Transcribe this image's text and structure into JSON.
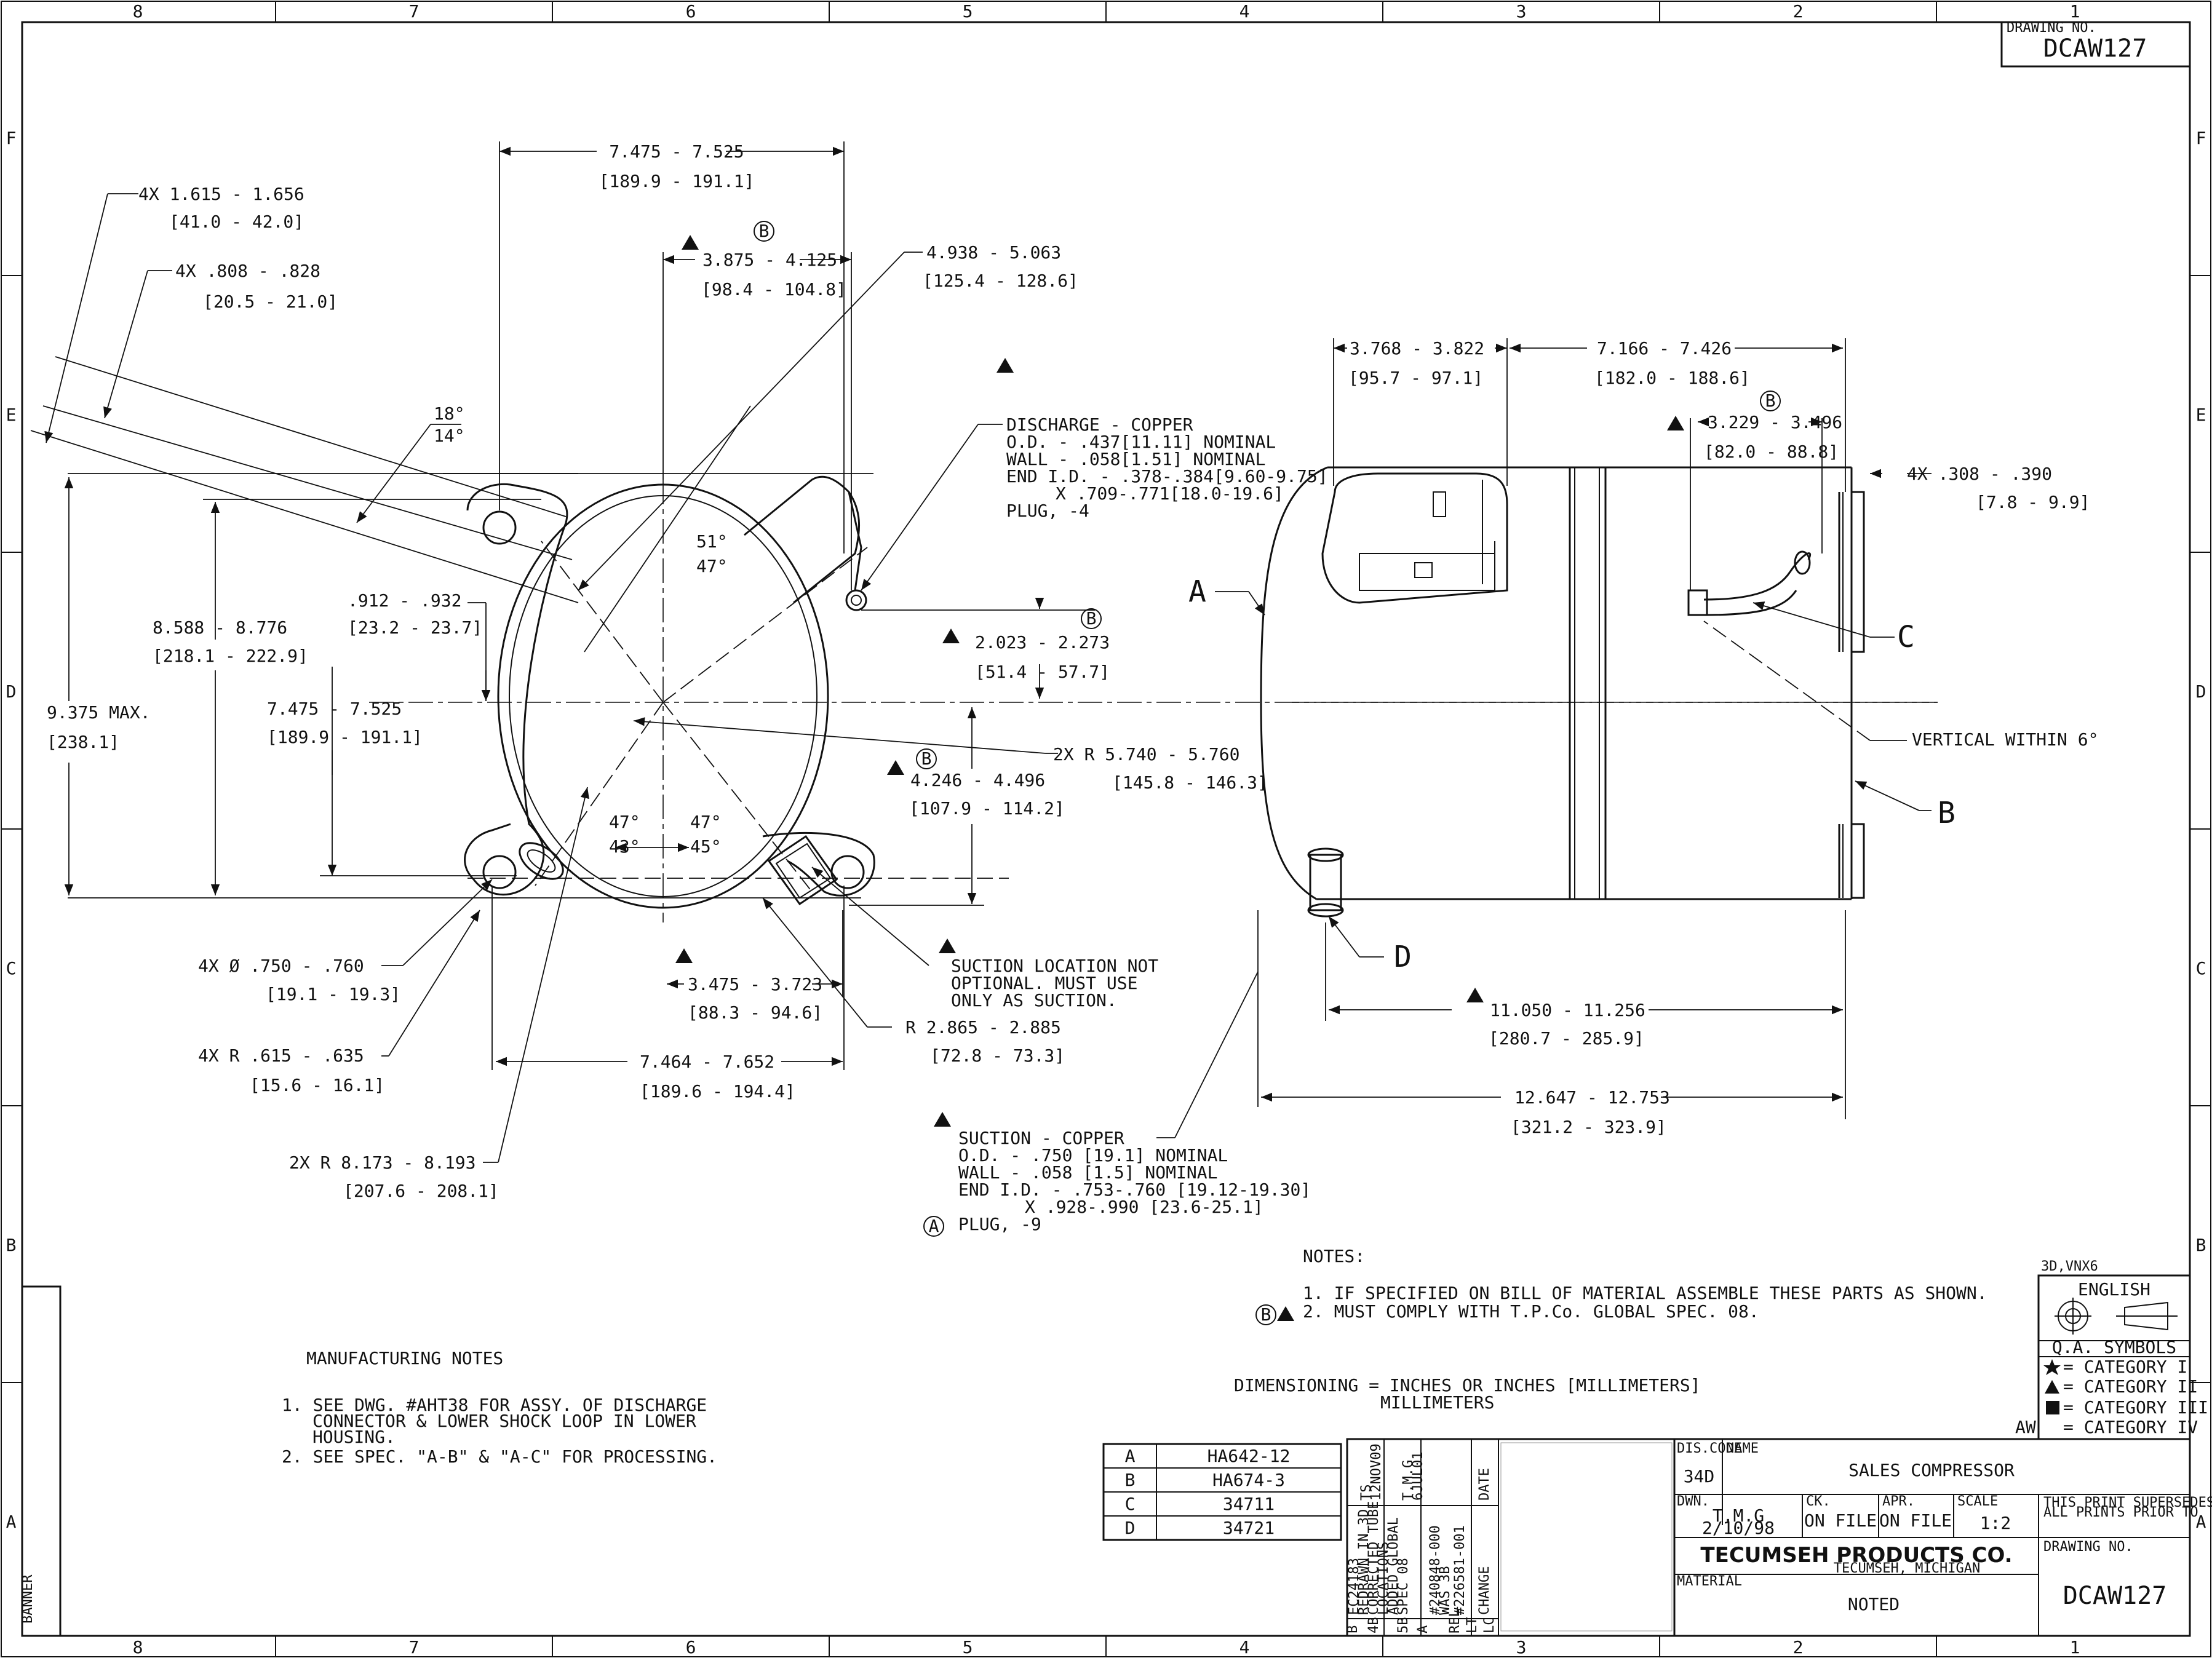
{
  "border": {
    "col_labels": [
      "8",
      "7",
      "6",
      "5",
      "4",
      "3",
      "2",
      "1"
    ],
    "row_labels": [
      "F",
      "E",
      "D",
      "C",
      "B",
      "A"
    ]
  },
  "drawing_no_top": {
    "label": "DRAWING NO.",
    "value": "DCAW127"
  },
  "front_view": {
    "d_top_width": [
      "7.475 - 7.525",
      "[189.9 - 191.1]"
    ],
    "d_mount_1": [
      "4X 1.615 - 1.656",
      "[41.0 - 42.0]"
    ],
    "d_mount_2": [
      "4X .808 - .828",
      "[20.5 - 21.0]"
    ],
    "d_angle_1": [
      "18°",
      "14°"
    ],
    "d_b_top": [
      "3.875 - 4.125",
      "[98.4 - 104.8]"
    ],
    "d_discharge_span": [
      "4.938 - 5.063",
      "[125.4 - 128.6]"
    ],
    "d_angle_2": [
      "51°",
      "47°"
    ],
    "d_height_1": [
      "8.588 - 8.776",
      "[218.1 - 222.9]"
    ],
    "d_height_max": [
      "9.375  MAX.",
      "[238.1]"
    ],
    "d_small": [
      ".912 - .932",
      "[23.2 - 23.7]"
    ],
    "d_height_2": [
      "7.475 - 7.525",
      "[189.9 - 191.1]"
    ],
    "d_2023": [
      "2.023 - 2.273",
      "[51.4 - 57.7]"
    ],
    "d_radius": [
      "2X R  5.740 - 5.760",
      "[145.8 - 146.3]"
    ],
    "d_4246": [
      "4.246 - 4.496",
      "[107.9 - 114.2]"
    ],
    "d_angles_bottom": [
      "47°",
      "43°",
      "47°",
      "45°"
    ],
    "d_hole": [
      "4X  Ø  .750 - .760",
      "[19.1 - 19.3]"
    ],
    "d_suction_x": [
      "3.475 - 3.723",
      "[88.3 - 94.6]"
    ],
    "d_r2865": [
      "R  2.865 - 2.885",
      "[72.8 - 73.3]"
    ],
    "d_corner_r": [
      "4X R  .615 - .635",
      "[15.6 - 16.1]"
    ],
    "d_bottom_width": [
      "7.464 - 7.652",
      "[189.6 - 194.4]"
    ],
    "d_big_r": [
      "2X R  8.173 - 8.193",
      "[207.6 - 208.1]"
    ],
    "discharge_note": [
      "DISCHARGE - COPPER",
      "O.D. - .437[11.11] NOMINAL",
      "WALL - .058[1.51] NOMINAL",
      "END I.D. - .378-.384[9.60-9.75]",
      "X .709-.771[18.0-19.6]",
      "PLUG, -4"
    ],
    "suction_location_note": [
      "SUCTION LOCATION NOT",
      "OPTIONAL. MUST USE",
      "ONLY AS SUCTION."
    ],
    "suction_note": [
      "SUCTION - COPPER",
      "O.D. - .750 [19.1] NOMINAL",
      "WALL - .058 [1.5] NOMINAL",
      "END I.D. - .753-.760 [19.12-19.30]",
      "X .928-.990 [23.6-25.1]",
      "PLUG, -9"
    ]
  },
  "side_view": {
    "d_3768": [
      "3.768 - 3.822",
      "[95.7 - 97.1]"
    ],
    "d_7166": [
      "7.166 - 7.426",
      "[182.0 - 188.6]"
    ],
    "d_3229": [
      "3.229 - 3.496",
      "[82.0 - 88.8]"
    ],
    "d_308": [
      "4X .308 - .390",
      "[7.8 - 9.9]"
    ],
    "vertical_note": "VERTICAL WITHIN 6°",
    "d_11050": [
      "11.050 - 11.256",
      "[280.7 - 285.9]"
    ],
    "d_12647": [
      "12.647 - 12.753",
      "[321.2 - 323.9]"
    ],
    "callouts": [
      "A",
      "B",
      "C",
      "D"
    ]
  },
  "notes": {
    "title": "NOTES:",
    "items": [
      "1. IF SPECIFIED ON BILL OF MATERIAL ASSEMBLE THESE PARTS AS SHOWN.",
      "2. MUST COMPLY WITH T.P.Co. GLOBAL SPEC. 08."
    ]
  },
  "dimensioning": [
    "DIMENSIONING =     INCHES     OR INCHES [MILLIMETERS]",
    "MILLIMETERS"
  ],
  "mfg_notes": {
    "title": "MANUFACTURING NOTES",
    "items": [
      "1. SEE DWG. #AHT38 FOR ASSY. OF DISCHARGE",
      "CONNECTOR & LOWER SHOCK LOOP IN LOWER",
      "HOUSING.",
      "2. SEE SPEC. \"A-B\" & \"A-C\" FOR PROCESSING."
    ]
  },
  "parts_table": [
    {
      "key": "A",
      "part": "HA642-12"
    },
    {
      "key": "B",
      "part": "HA674-3"
    },
    {
      "key": "C",
      "part": "34711"
    },
    {
      "key": "D",
      "part": "34721"
    }
  ],
  "revisions": {
    "col1": [
      "TS",
      "12NOV09",
      "EC24183",
      "REDRAWN IN 3D",
      "CORRECTED TUBE",
      "LOCATIONS",
      "ADDED GLOBAL",
      "SPEC 08"
    ],
    "col2": [
      "T.M.G",
      "6JUL01",
      "#240848-000",
      "WAS 3B",
      "#226581-001"
    ],
    "labels": [
      "DATE",
      "CHANGE",
      "LT",
      "LC",
      "REL",
      "5B",
      "4B",
      "B",
      "A"
    ]
  },
  "title_block": {
    "dis_code_label": "DIS.CODE",
    "dis_code": "34D",
    "name_label": "NAME",
    "name": "SALES COMPRESSOR",
    "dwn_label": "DWN.",
    "dwn": [
      "T.M.G",
      "2/10/98"
    ],
    "ck_label": "CK.",
    "ck": "ON FILE",
    "apr_label": "APR.",
    "apr": "ON FILE",
    "scale_label": "SCALE",
    "scale": "1:2",
    "supersedes": [
      "THIS PRINT SUPERSEDES",
      "ALL PRINTS PRIOR TO"
    ],
    "company": "TECUMSEH PRODUCTS CO.",
    "city": "TECUMSEH, MICHIGAN",
    "material_label": "MATERIAL",
    "material": "NOTED",
    "drawing_no_label": "DRAWING NO.",
    "drawing_no": "DCAW127",
    "aw": "AW"
  },
  "qa": {
    "header_small": "3D,VNX6",
    "english": "ENGLISH",
    "title": "Q.A. SYMBOLS",
    "categories": [
      "= CATEGORY I",
      "= CATEGORY II",
      "= CATEGORY III",
      "= CATEGORY IV"
    ]
  },
  "banner": "BANNER"
}
